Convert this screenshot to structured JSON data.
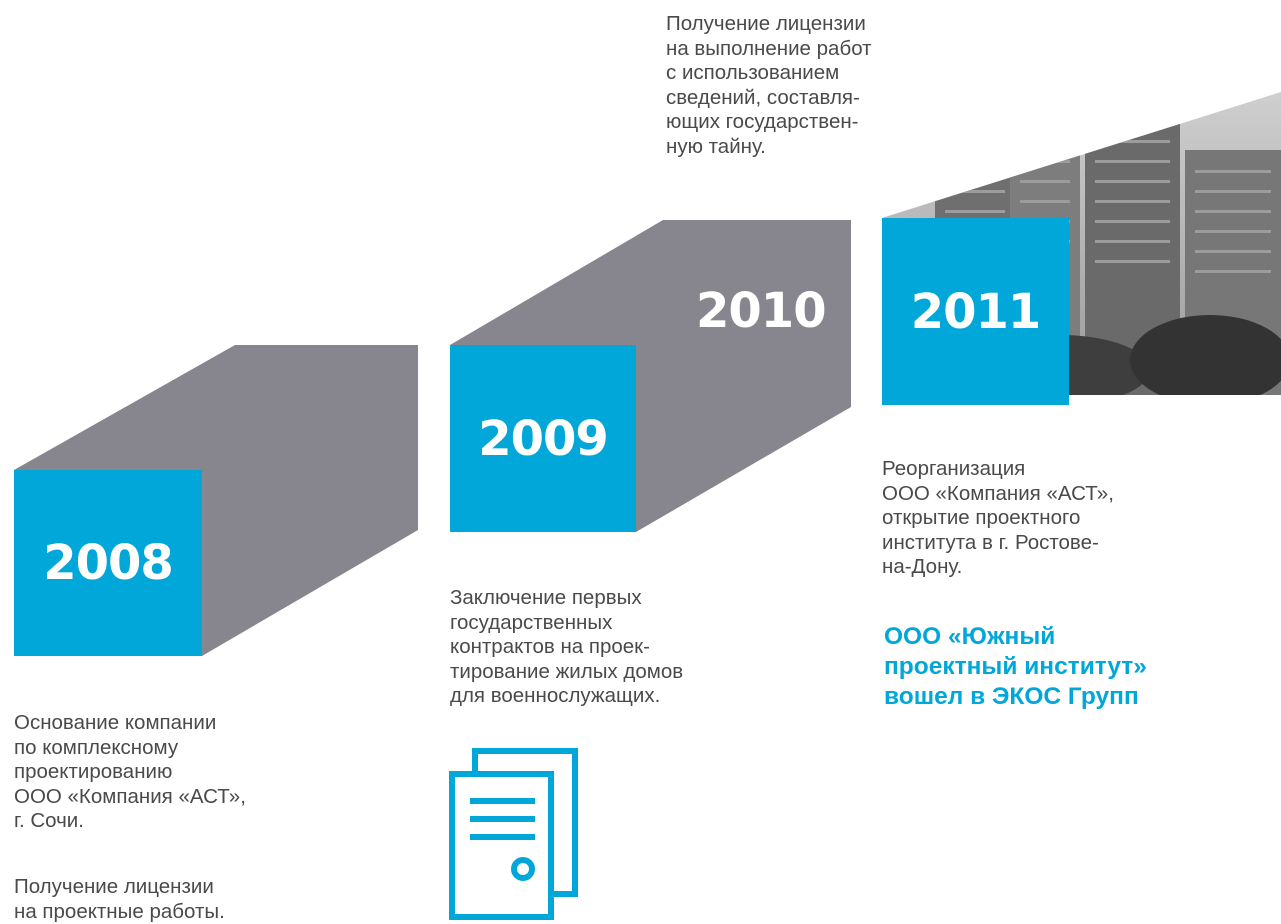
{
  "colors": {
    "accent": "#00a7d8",
    "band": "#87868e",
    "text": "#4a4a4a"
  },
  "milestones": [
    {
      "year": "2008",
      "text": "Основание компании\nпо комплексному\nпроектированию\nООО «Компания «АСТ»,\nг. Сочи.",
      "text2": "Получение лицензии\nна проектные работы."
    },
    {
      "year": "2009",
      "text": "Заключение первых\nгосударственных\nконтрактов на проек-\nтирование жилых домов\nдля военнослужащих."
    },
    {
      "year": "2010",
      "text": "Получение лицензии\nна выполнение работ\nс использованием\nсведений, составля-\nющих государствен-\nную тайну."
    },
    {
      "year": "2011",
      "text": "Реорганизация\nООО «Компания «АСТ»,\nоткрытие проектного\nинститута в г. Ростове-\nна-Дону.",
      "highlight": "ООО «Южный\nпроектный институт»\nвошел в ЭКОС Групп"
    }
  ],
  "icons": {
    "document": "document-icon",
    "photo": "building-photo"
  }
}
